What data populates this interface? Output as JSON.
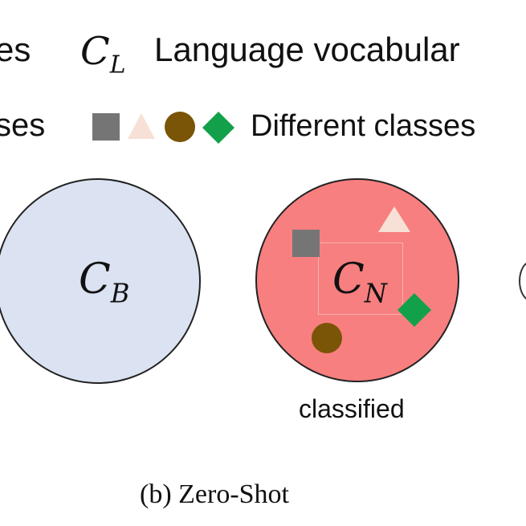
{
  "header": {
    "fragment_1": "es",
    "cl_symbol": {
      "base": "C",
      "sub": "L"
    },
    "language_vocab": "Language vocabular",
    "fragment_2": "ses",
    "different_classes": "Different classes"
  },
  "diagram": {
    "base_set": {
      "base": "C",
      "sub": "B"
    },
    "novel_set": {
      "base": "C",
      "sub": "N"
    },
    "classified_label": "classified"
  },
  "caption": "(b) Zero-Shot",
  "colors": {
    "base_circle_fill": "#dbe3f2",
    "novel_circle_fill": "#f77f7f",
    "square": "#757575",
    "triangle": "#f7e1d6",
    "circle": "#7a5407",
    "diamond": "#12a14a"
  },
  "legend_shapes": [
    "gray-square",
    "peach-triangle",
    "brown-circle",
    "green-diamond"
  ]
}
